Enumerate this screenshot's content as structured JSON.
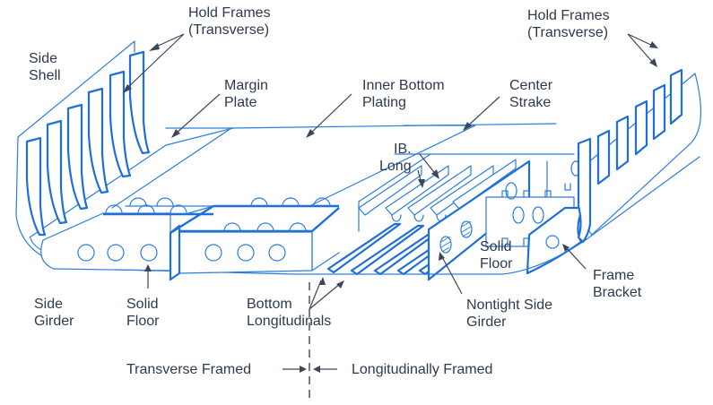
{
  "diagram": {
    "title": "Double bottom structure: transverse vs longitudinal framing",
    "colors": {
      "line": "#2b7de0",
      "line_bold": "#1f6fd8",
      "label": "#2e3a4e",
      "arrow": "#3a4659",
      "background": "#ffffff"
    },
    "labels": {
      "side_shell": "Side\nShell",
      "hold_frames_left": "Hold Frames\n(Transverse)",
      "margin_plate": "Margin\nPlate",
      "inner_bottom_plating": "Inner Bottom\nPlating",
      "center_strake": "Center\nStrake",
      "hold_frames_right": "Hold Frames\n(Transverse)",
      "ib_long": "IB.\nLong",
      "solid_floor_right": "Solid\nFloor",
      "frame_bracket": "Frame\nBracket",
      "side_girder": "Side\nGirder",
      "solid_floor_left": "Solid\nFloor",
      "bottom_longitudinals": "Bottom\nLongitudinals",
      "nontight_side_girder": "Nontight Side\nGirder",
      "transverse_framed": "Transverse Framed",
      "longitudinally_framed": "Longitudinally Framed"
    }
  }
}
